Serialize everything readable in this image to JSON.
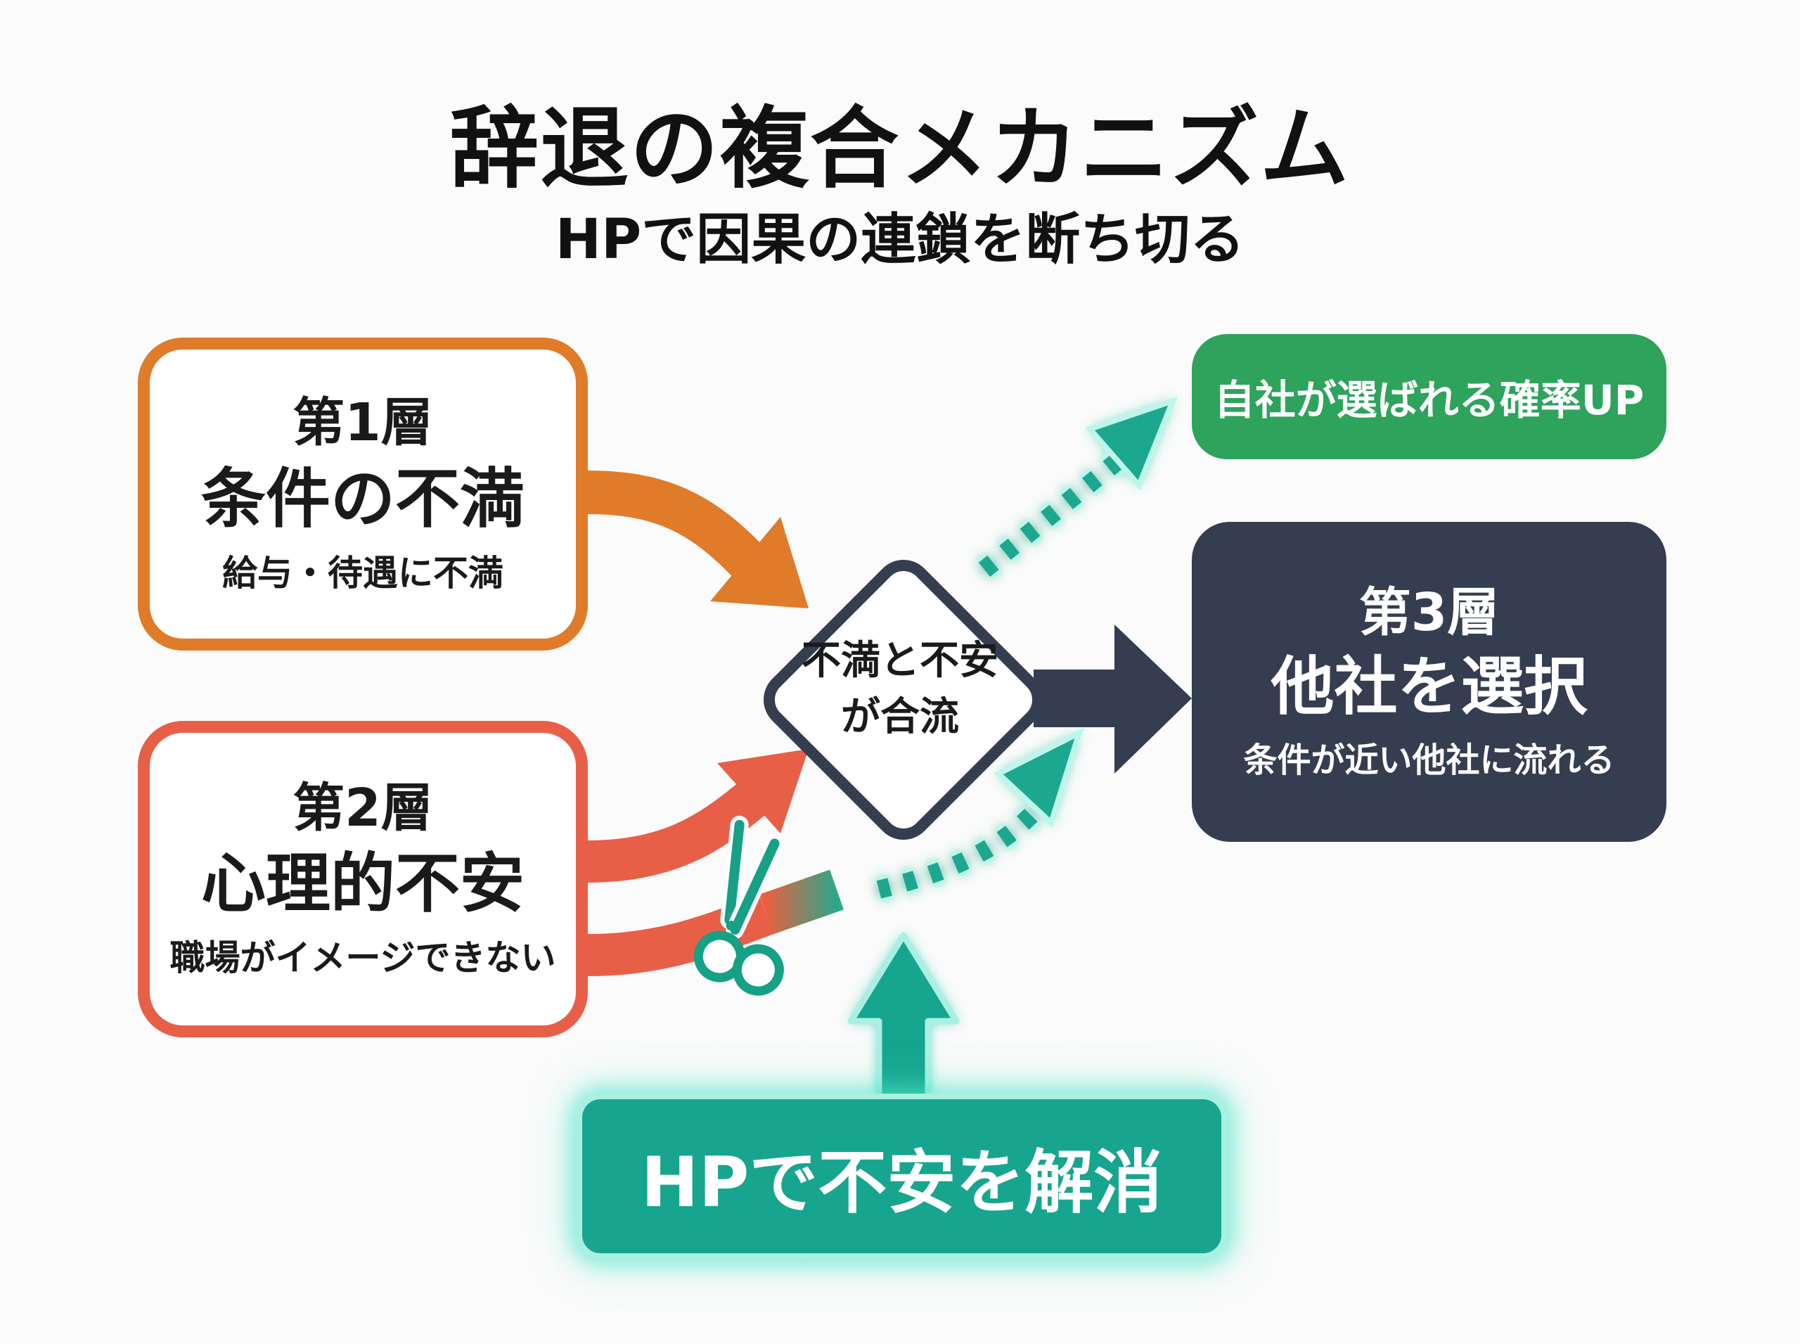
{
  "title": "辞退の複合メカニズム",
  "subtitle": "HPで因果の連鎖を断ち切る",
  "layer1": {
    "number": "第1層",
    "name": "条件の不満",
    "desc": "給与・待遇に不満"
  },
  "layer2": {
    "number": "第2層",
    "name": "心理的不安",
    "desc": "職場がイメージできない"
  },
  "merge": {
    "line1": "不満と不安",
    "line2": "が合流"
  },
  "layer3": {
    "number": "第3層",
    "name": "他社を選択",
    "desc": "条件が近い他社に流れる"
  },
  "success": {
    "label": "自社が選ばれる確率UP"
  },
  "solution": {
    "label": "HPで不安を解消"
  },
  "icons": {
    "cut": "scissors-icon"
  },
  "colors": {
    "layer1": "#e07b2a",
    "layer2": "#e85f48",
    "layer3": "#353e50",
    "success": "#2ea35c",
    "solution": "#17a58f",
    "glow": "#4fe0c4"
  }
}
